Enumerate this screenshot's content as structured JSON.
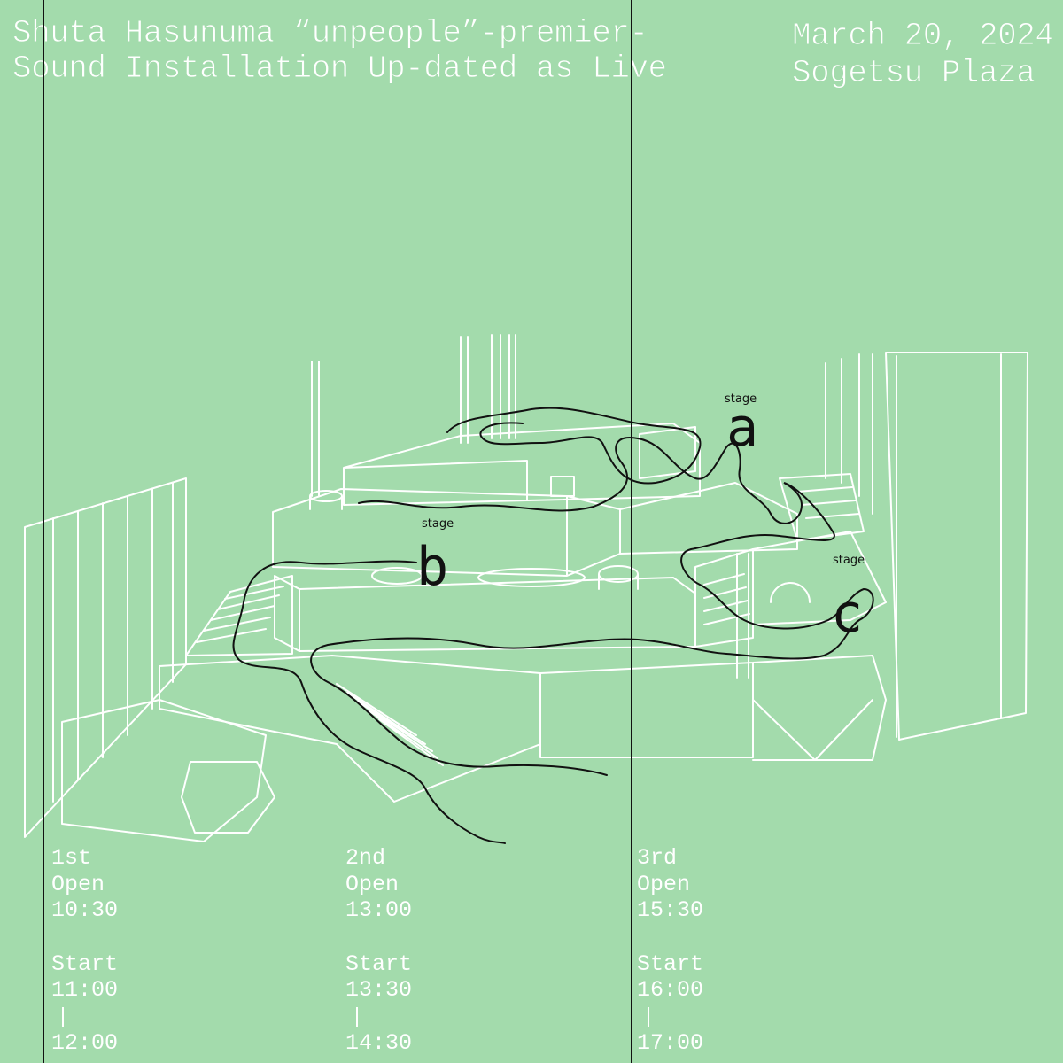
{
  "header": {
    "line1": "Shuta Hasunuma  “unpeople”-premier-",
    "line2": "Sound Installation Up-dated as Live",
    "date": "March 20, 2024",
    "venue": "Sogetsu  Plaza"
  },
  "stages": [
    {
      "label": "stage",
      "letter": "a"
    },
    {
      "label": "stage",
      "letter": "b"
    },
    {
      "label": "stage",
      "letter": "c"
    }
  ],
  "sessions": [
    {
      "name": "1st",
      "open_label": "Open",
      "open": "10:30",
      "start_label": "Start",
      "start": "11:00",
      "end": "12:00"
    },
    {
      "name": "2nd",
      "open_label": "Open",
      "open": "13:00",
      "start_label": "Start",
      "start": "13:30",
      "end": "14:30"
    },
    {
      "name": "3rd",
      "open_label": "Open",
      "open": "15:30",
      "start_label": "Start",
      "start": "16:00",
      "end": "17:00"
    }
  ],
  "colors": {
    "background": "#a3dbac",
    "line_art": "#ffffff",
    "route": "#111111"
  }
}
